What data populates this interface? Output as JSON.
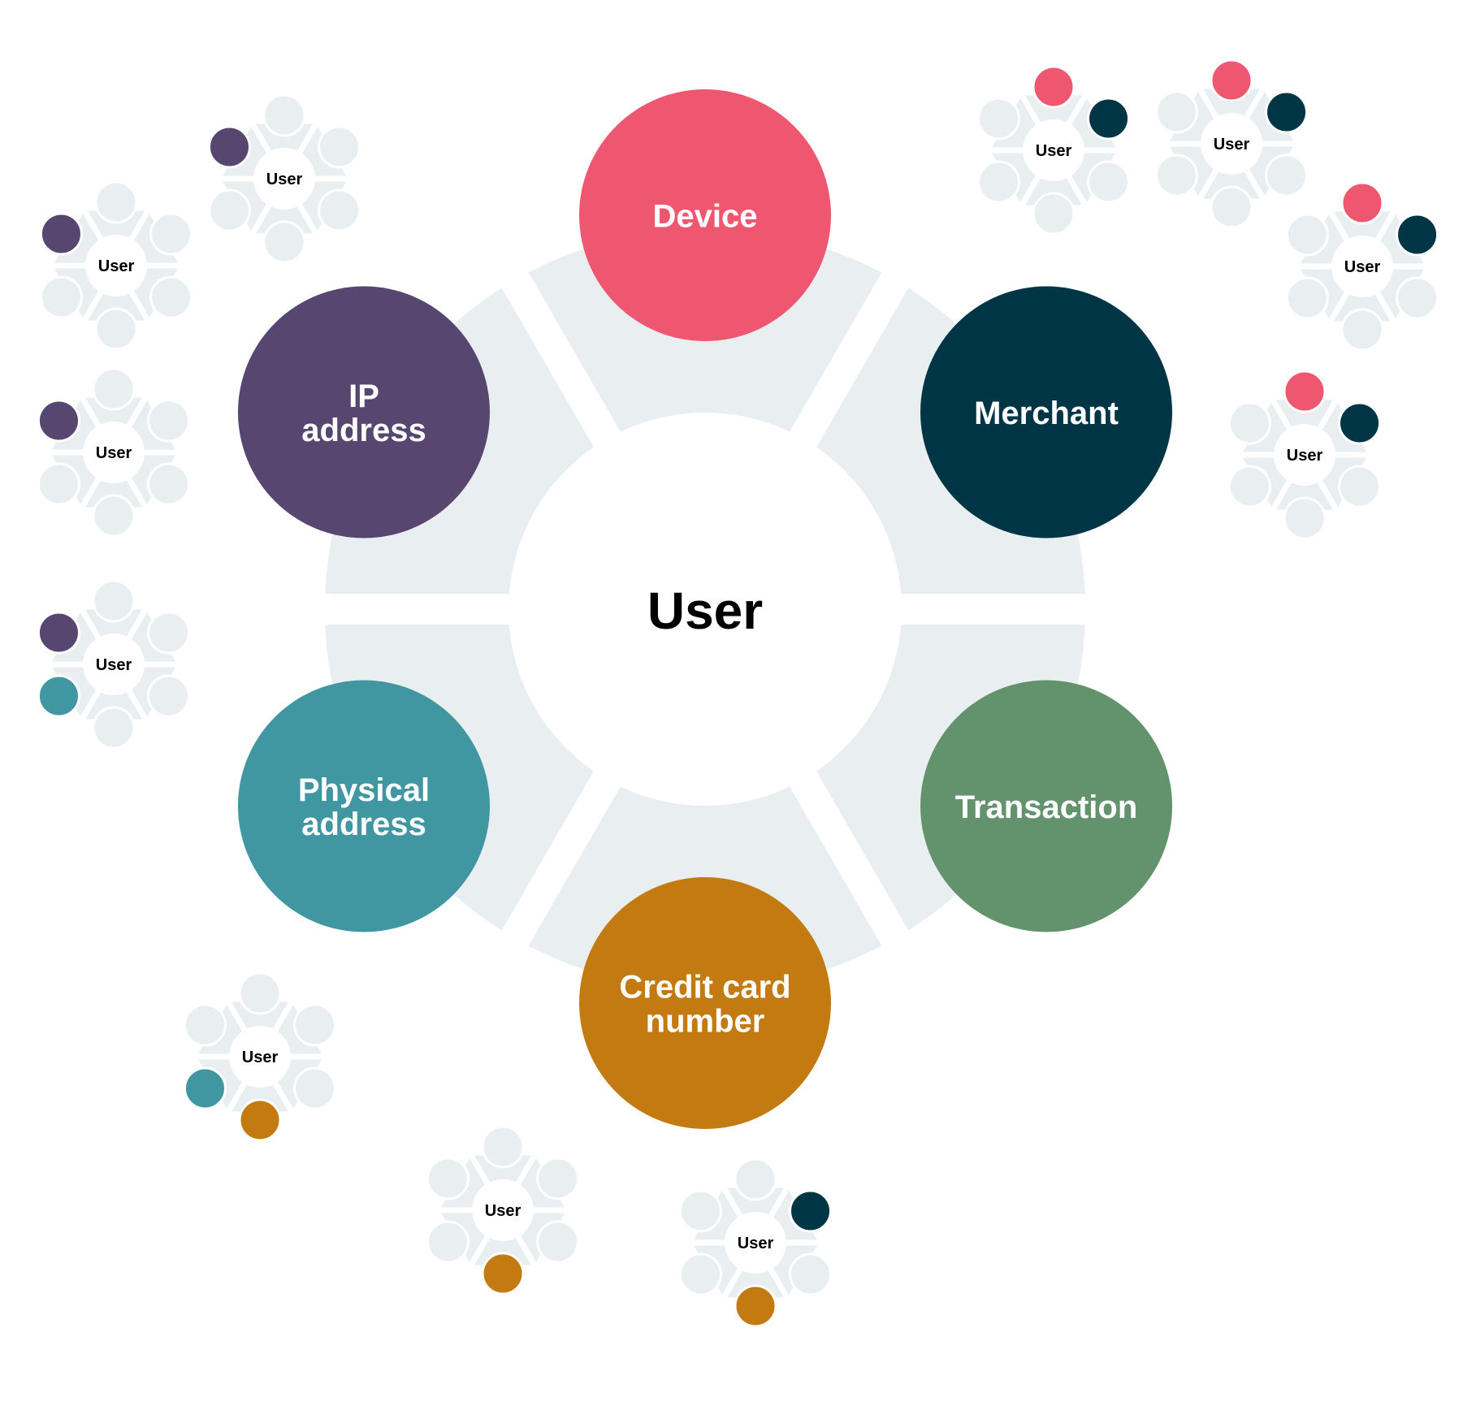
{
  "colors": {
    "background": "#ffffff",
    "ring": "#e9eef1",
    "hub": "#ffffff",
    "device": "#ef5770",
    "merchant": "#003545",
    "transaction": "#63936d",
    "credit_card": "#c37a10",
    "physical_address": "#4096a1",
    "ip_address": "#574770",
    "center_text": "#000000",
    "node_text": "#ffffff"
  },
  "center": {
    "label": "User"
  },
  "nodes": [
    {
      "id": "device",
      "lines": [
        "Device"
      ],
      "color_key": "device"
    },
    {
      "id": "merchant",
      "lines": [
        "Merchant"
      ],
      "color_key": "merchant"
    },
    {
      "id": "transaction",
      "lines": [
        "Transaction"
      ],
      "color_key": "transaction"
    },
    {
      "id": "credit-card-number",
      "lines": [
        "Credit card",
        "number"
      ],
      "color_key": "credit_card"
    },
    {
      "id": "physical-address",
      "lines": [
        "Physical",
        "address"
      ],
      "color_key": "physical_address"
    },
    {
      "id": "ip-address",
      "lines": [
        "IP",
        "address"
      ],
      "color_key": "ip_address"
    }
  ],
  "mini_clusters": [
    {
      "label": "User",
      "highlights": [
        {
          "slot": "top-left",
          "color_key": "ip_address"
        }
      ]
    },
    {
      "label": "User",
      "highlights": [
        {
          "slot": "top-left",
          "color_key": "ip_address"
        }
      ]
    },
    {
      "label": "User",
      "highlights": [
        {
          "slot": "top-left",
          "color_key": "ip_address"
        }
      ]
    },
    {
      "label": "User",
      "highlights": [
        {
          "slot": "top-left",
          "color_key": "ip_address"
        },
        {
          "slot": "bottom-left",
          "color_key": "physical_address"
        }
      ]
    },
    {
      "label": "User",
      "highlights": [
        {
          "slot": "top",
          "color_key": "device"
        },
        {
          "slot": "top-right",
          "color_key": "merchant"
        }
      ]
    },
    {
      "label": "User",
      "highlights": [
        {
          "slot": "top",
          "color_key": "device"
        },
        {
          "slot": "top-right",
          "color_key": "merchant"
        }
      ]
    },
    {
      "label": "User",
      "highlights": [
        {
          "slot": "top",
          "color_key": "device"
        },
        {
          "slot": "top-right",
          "color_key": "merchant"
        }
      ]
    },
    {
      "label": "User",
      "highlights": [
        {
          "slot": "top",
          "color_key": "device"
        },
        {
          "slot": "top-right",
          "color_key": "merchant"
        }
      ]
    },
    {
      "label": "User",
      "highlights": [
        {
          "slot": "bottom-left",
          "color_key": "physical_address"
        },
        {
          "slot": "bottom",
          "color_key": "credit_card"
        }
      ]
    },
    {
      "label": "User",
      "highlights": [
        {
          "slot": "bottom",
          "color_key": "credit_card"
        }
      ]
    },
    {
      "label": "User",
      "highlights": [
        {
          "slot": "top-right",
          "color_key": "merchant"
        },
        {
          "slot": "bottom",
          "color_key": "credit_card"
        }
      ]
    }
  ]
}
